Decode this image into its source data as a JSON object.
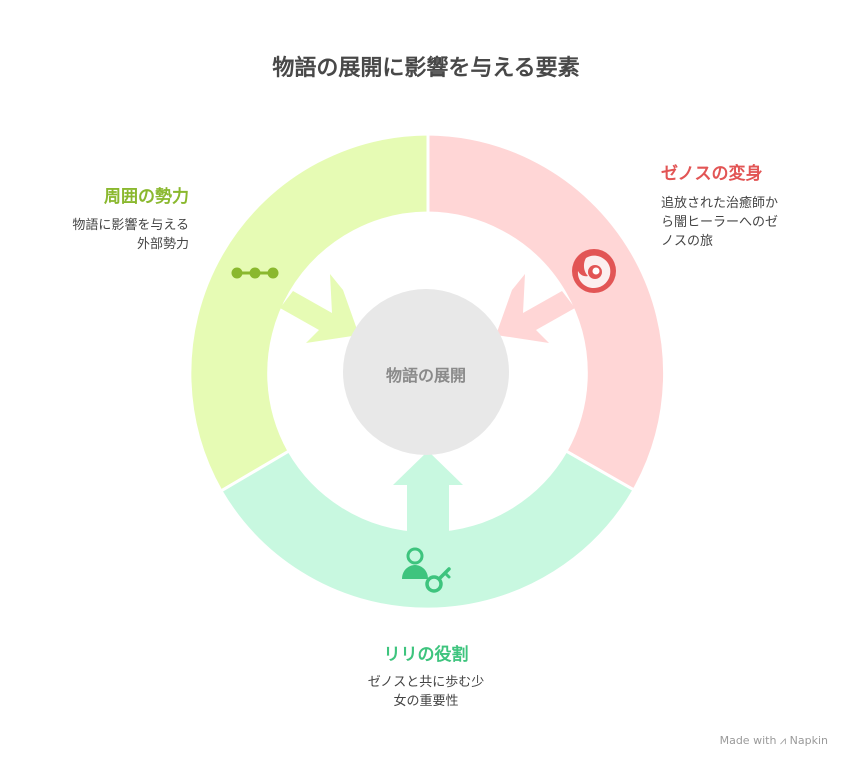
{
  "title": "物語の展開に影響を与える要素",
  "center": {
    "label": "物語の展開"
  },
  "segments": [
    {
      "id": "right",
      "title": "ゼノスの変身",
      "desc_line1": "追放された治癒師か",
      "desc_line2": "ら闇ヒーラーへのゼ",
      "desc_line3": "ノスの旅",
      "fill": "#ffd6d6",
      "accent": "#e25555",
      "icon": "firefox-like-flame-icon"
    },
    {
      "id": "left",
      "title": "周囲の勢力",
      "desc_line1": "物語に影響を与える",
      "desc_line2": "外部勢力",
      "fill": "#e6fbb4",
      "accent": "#8ab82e",
      "icon": "connected-nodes-icon"
    },
    {
      "id": "bottom",
      "title": "リリの役割",
      "desc_line1": "ゼノスと共に歩む少",
      "desc_line2": "女の重要性",
      "fill": "#c8f8e0",
      "accent": "#3ec47e",
      "icon": "person-key-icon"
    }
  ],
  "watermark": {
    "text": "Made with",
    "brand": "Napkin"
  }
}
